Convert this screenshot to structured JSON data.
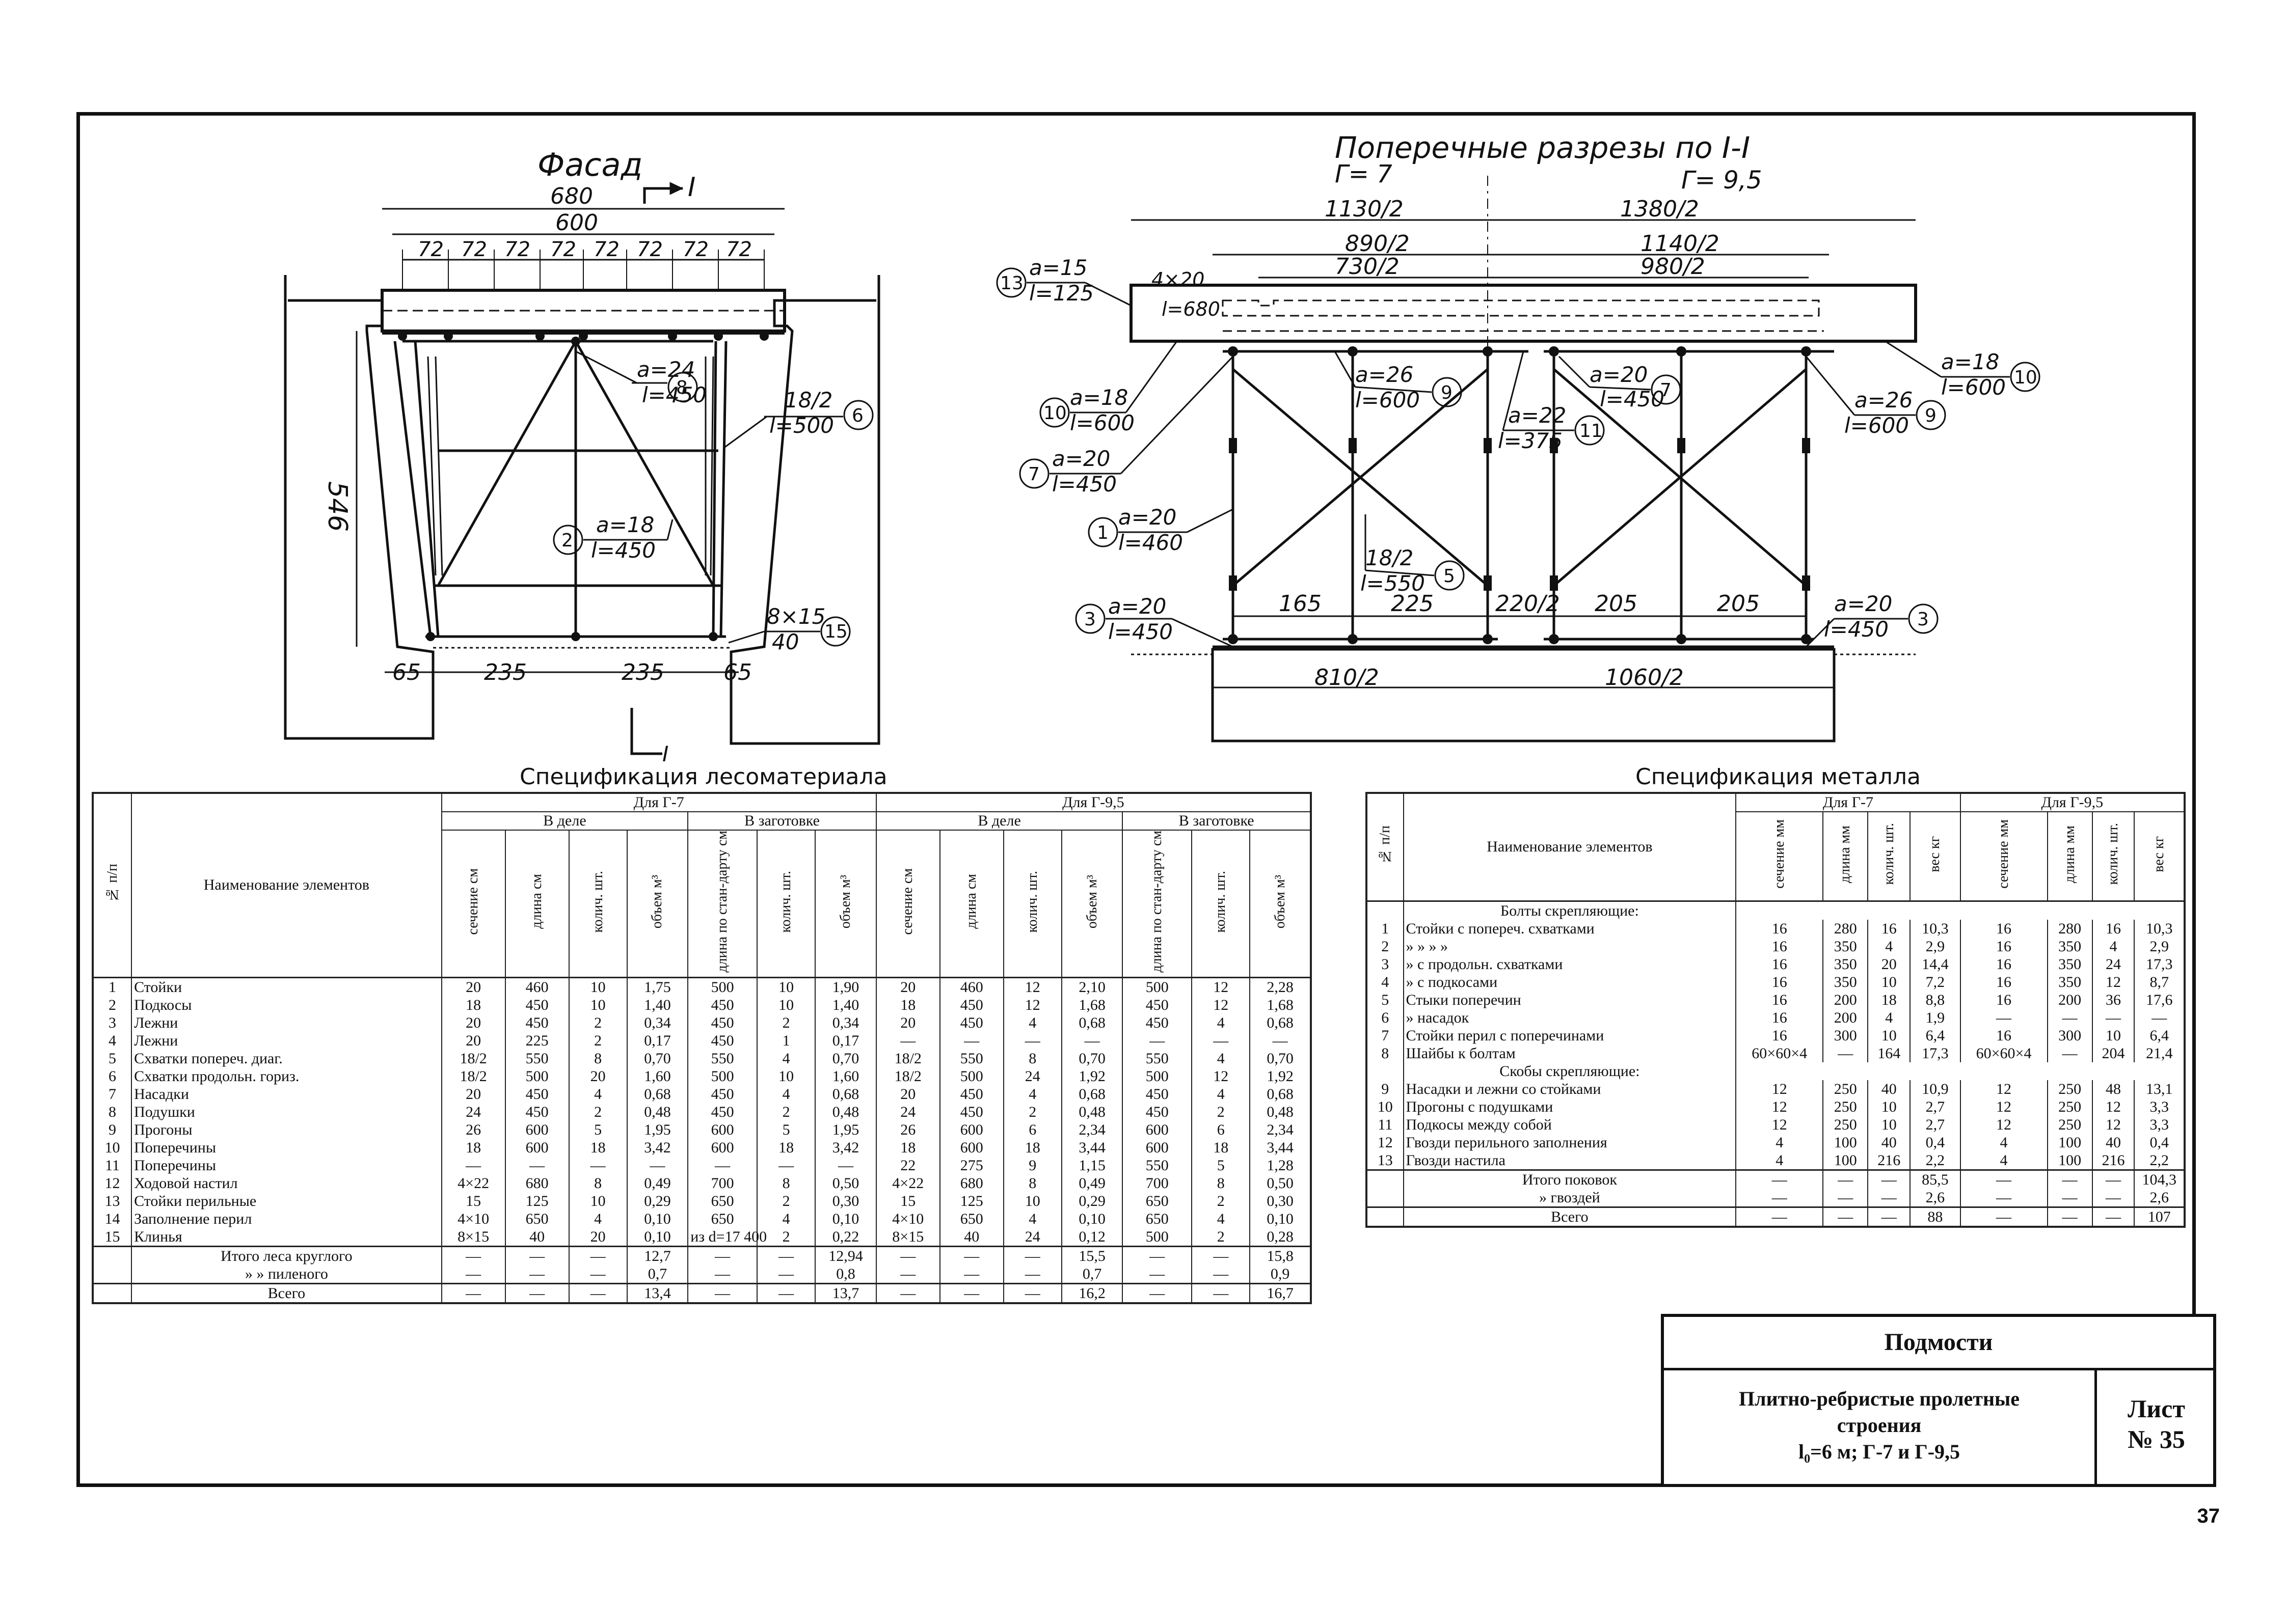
{
  "drawing": {
    "facade": {
      "title": "Фасад",
      "dims": [
        "680",
        "600",
        "72",
        "546",
        "65",
        "235",
        "235",
        "65"
      ],
      "section_mark": "I",
      "callouts": [
        {
          "id": "8",
          "a": "a=24",
          "l": "l=450"
        },
        {
          "id": "6",
          "a": "18/2",
          "l": "l=500"
        },
        {
          "id": "2",
          "a": "a=18",
          "l": "l=450"
        },
        {
          "id": "15",
          "a": "8×15",
          "l": "40"
        }
      ]
    },
    "sections": {
      "title": "Поперечные разрезы по I-I",
      "g7": "Г= 7",
      "g95": "Г= 9,5",
      "dims_top": [
        "1130/2",
        "1380/2",
        "890/2",
        "1140/2",
        "730/2",
        "980/2",
        "4×20",
        "l=680"
      ],
      "dims_bottom": [
        "165",
        "225",
        "220/2",
        "205",
        "205",
        "810/2",
        "1060/2"
      ],
      "callouts": [
        {
          "id": "13",
          "a": "a=15",
          "l": "l=125"
        },
        {
          "id": "10",
          "a": "a=18",
          "l": "l=600"
        },
        {
          "id": "7",
          "a": "a=20",
          "l": "l=450"
        },
        {
          "id": "1",
          "a": "a=20",
          "l": "l=460"
        },
        {
          "id": "3",
          "a": "a=20",
          "l": "l=450"
        },
        {
          "id": "9",
          "a": "a=26",
          "l": "l=600"
        },
        {
          "id": "11",
          "a": "a=22",
          "l": "l=375"
        },
        {
          "id": "5",
          "a": "18/2",
          "l": "l=550"
        },
        {
          "id": "7b",
          "a": "a=20",
          "l": "l=450"
        },
        {
          "id": "9b",
          "a": "a=26",
          "l": "l=600"
        },
        {
          "id": "10b",
          "a": "a=18",
          "l": "l=600"
        },
        {
          "id": "3b",
          "a": "a=20",
          "l": "l=450"
        }
      ]
    }
  },
  "wood": {
    "title": "Спецификация лесоматериала",
    "h_num": "№ п/п",
    "h_name": "Наименование элементов",
    "h_g7": "Для Г-7",
    "h_g95": "Для Г-9,5",
    "h_work": "В деле",
    "h_blank": "В заготовке",
    "sub_work": [
      "сечение см",
      "длина см",
      "колич. шт.",
      "объем м³"
    ],
    "sub_blank": [
      "длина по стан-дарту см",
      "колич. шт.",
      "объем м³"
    ],
    "rows": [
      {
        "n": "1",
        "name": "Стойки",
        "c": [
          "20",
          "460",
          "10",
          "1,75",
          "500",
          "10",
          "1,90",
          "20",
          "460",
          "12",
          "2,10",
          "500",
          "12",
          "2,28"
        ]
      },
      {
        "n": "2",
        "name": "Подкосы",
        "c": [
          "18",
          "450",
          "10",
          "1,40",
          "450",
          "10",
          "1,40",
          "18",
          "450",
          "12",
          "1,68",
          "450",
          "12",
          "1,68"
        ]
      },
      {
        "n": "3",
        "name": "Лежни",
        "c": [
          "20",
          "450",
          "2",
          "0,34",
          "450",
          "2",
          "0,34",
          "20",
          "450",
          "4",
          "0,68",
          "450",
          "4",
          "0,68"
        ]
      },
      {
        "n": "4",
        "name": "Лежни",
        "c": [
          "20",
          "225",
          "2",
          "0,17",
          "450",
          "1",
          "0,17",
          "—",
          "—",
          "—",
          "—",
          "—",
          "—",
          "—"
        ]
      },
      {
        "n": "5",
        "name": "Схватки попереч. диаг.",
        "c": [
          "18/2",
          "550",
          "8",
          "0,70",
          "550",
          "4",
          "0,70",
          "18/2",
          "550",
          "8",
          "0,70",
          "550",
          "4",
          "0,70"
        ]
      },
      {
        "n": "6",
        "name": "Схватки продольн. гориз.",
        "c": [
          "18/2",
          "500",
          "20",
          "1,60",
          "500",
          "10",
          "1,60",
          "18/2",
          "500",
          "24",
          "1,92",
          "500",
          "12",
          "1,92"
        ]
      },
      {
        "n": "7",
        "name": "Насадки",
        "c": [
          "20",
          "450",
          "4",
          "0,68",
          "450",
          "4",
          "0,68",
          "20",
          "450",
          "4",
          "0,68",
          "450",
          "4",
          "0,68"
        ]
      },
      {
        "n": "8",
        "name": "Подушки",
        "c": [
          "24",
          "450",
          "2",
          "0,48",
          "450",
          "2",
          "0,48",
          "24",
          "450",
          "2",
          "0,48",
          "450",
          "2",
          "0,48"
        ]
      },
      {
        "n": "9",
        "name": "Прогоны",
        "c": [
          "26",
          "600",
          "5",
          "1,95",
          "600",
          "5",
          "1,95",
          "26",
          "600",
          "6",
          "2,34",
          "600",
          "6",
          "2,34"
        ]
      },
      {
        "n": "10",
        "name": "Поперечины",
        "c": [
          "18",
          "600",
          "18",
          "3,42",
          "600",
          "18",
          "3,42",
          "18",
          "600",
          "18",
          "3,44",
          "600",
          "18",
          "3,44"
        ]
      },
      {
        "n": "11",
        "name": "Поперечины",
        "c": [
          "—",
          "—",
          "—",
          "—",
          "—",
          "—",
          "—",
          "22",
          "275",
          "9",
          "1,15",
          "550",
          "5",
          "1,28"
        ]
      },
      {
        "n": "12",
        "name": "Ходовой настил",
        "c": [
          "4×22",
          "680",
          "8",
          "0,49",
          "700",
          "8",
          "0,50",
          "4×22",
          "680",
          "8",
          "0,49",
          "700",
          "8",
          "0,50"
        ]
      },
      {
        "n": "13",
        "name": "Стойки перильные",
        "c": [
          "15",
          "125",
          "10",
          "0,29",
          "650",
          "2",
          "0,30",
          "15",
          "125",
          "10",
          "0,29",
          "650",
          "2",
          "0,30"
        ]
      },
      {
        "n": "14",
        "name": "Заполнение перил",
        "c": [
          "4×10",
          "650",
          "4",
          "0,10",
          "650",
          "4",
          "0,10",
          "4×10",
          "650",
          "4",
          "0,10",
          "650",
          "4",
          "0,10"
        ]
      },
      {
        "n": "15",
        "name": "Клинья",
        "c": [
          "8×15",
          "40",
          "20",
          "0,10",
          "из d=17 400",
          "2",
          "0,22",
          "8×15",
          "40",
          "24",
          "0,12",
          "500",
          "2",
          "0,28"
        ]
      }
    ],
    "totals": [
      {
        "name": "Итого леса круглого",
        "c": [
          "—",
          "—",
          "—",
          "12,7",
          "—",
          "—",
          "12,94",
          "—",
          "—",
          "—",
          "15,5",
          "—",
          "—",
          "15,8"
        ]
      },
      {
        "name": "» » пиленого",
        "c": [
          "—",
          "—",
          "—",
          "0,7",
          "—",
          "—",
          "0,8",
          "—",
          "—",
          "—",
          "0,7",
          "—",
          "—",
          "0,9"
        ]
      }
    ],
    "grand": {
      "name": "Всего",
      "c": [
        "—",
        "—",
        "—",
        "13,4",
        "—",
        "—",
        "13,7",
        "—",
        "—",
        "—",
        "16,2",
        "—",
        "—",
        "16,7"
      ]
    }
  },
  "metal": {
    "title": "Спецификация металла",
    "h_num": "№ п/п",
    "h_name": "Наименование элементов",
    "h_g7": "Для Г-7",
    "h_g95": "Для Г-9,5",
    "sub": [
      "сечение мм",
      "длина мм",
      "колич. шт.",
      "вес кг"
    ],
    "group1": "Болты скрепляющие:",
    "rows1": [
      {
        "n": "1",
        "name": "Стойки с попереч. схватками",
        "c": [
          "16",
          "280",
          "16",
          "10,3",
          "16",
          "280",
          "16",
          "10,3"
        ]
      },
      {
        "n": "2",
        "name": "» » » »",
        "c": [
          "16",
          "350",
          "4",
          "2,9",
          "16",
          "350",
          "4",
          "2,9"
        ]
      },
      {
        "n": "3",
        "name": "» с продольн. схватками",
        "c": [
          "16",
          "350",
          "20",
          "14,4",
          "16",
          "350",
          "24",
          "17,3"
        ]
      },
      {
        "n": "4",
        "name": "» с подкосами",
        "c": [
          "16",
          "350",
          "10",
          "7,2",
          "16",
          "350",
          "12",
          "8,7"
        ]
      },
      {
        "n": "5",
        "name": "Стыки поперечин",
        "c": [
          "16",
          "200",
          "18",
          "8,8",
          "16",
          "200",
          "36",
          "17,6"
        ]
      },
      {
        "n": "6",
        "name": "» насадок",
        "c": [
          "16",
          "200",
          "4",
          "1,9",
          "—",
          "—",
          "—",
          "—"
        ]
      },
      {
        "n": "7",
        "name": "Стойки перил с поперечинами",
        "c": [
          "16",
          "300",
          "10",
          "6,4",
          "16",
          "300",
          "10",
          "6,4"
        ]
      },
      {
        "n": "8",
        "name": "Шайбы к болтам",
        "c": [
          "60×60×4",
          "—",
          "164",
          "17,3",
          "60×60×4",
          "—",
          "204",
          "21,4"
        ]
      }
    ],
    "group2": "Скобы скрепляющие:",
    "rows2": [
      {
        "n": "9",
        "name": "Насадки и лежни со стойками",
        "c": [
          "12",
          "250",
          "40",
          "10,9",
          "12",
          "250",
          "48",
          "13,1"
        ]
      },
      {
        "n": "10",
        "name": "Прогоны с подушками",
        "c": [
          "12",
          "250",
          "10",
          "2,7",
          "12",
          "250",
          "12",
          "3,3"
        ]
      },
      {
        "n": "11",
        "name": "Подкосы между собой",
        "c": [
          "12",
          "250",
          "10",
          "2,7",
          "12",
          "250",
          "12",
          "3,3"
        ]
      },
      {
        "n": "12",
        "name": "Гвозди перильного заполнения",
        "c": [
          "4",
          "100",
          "40",
          "0,4",
          "4",
          "100",
          "40",
          "0,4"
        ]
      },
      {
        "n": "13",
        "name": "Гвозди настила",
        "c": [
          "4",
          "100",
          "216",
          "2,2",
          "4",
          "100",
          "216",
          "2,2"
        ]
      }
    ],
    "totals": [
      {
        "name": "Итого поковок",
        "c": [
          "—",
          "—",
          "—",
          "85,5",
          "—",
          "—",
          "—",
          "104,3"
        ]
      },
      {
        "name": "» гвоздей",
        "c": [
          "—",
          "—",
          "—",
          "2,6",
          "—",
          "—",
          "—",
          "2,6"
        ]
      }
    ],
    "grand": {
      "name": "Всего",
      "c": [
        "—",
        "—",
        "—",
        "88",
        "—",
        "—",
        "—",
        "107"
      ]
    }
  },
  "stamp": {
    "title": "Подмости",
    "desc1": "Плитно-ребристые пролетные",
    "desc2": "строения",
    "desc3": "l₀=6 м; Г-7 и Г-9,5",
    "sheet_label": "Лист",
    "sheet_no": "№ 35"
  },
  "page_number": "37"
}
